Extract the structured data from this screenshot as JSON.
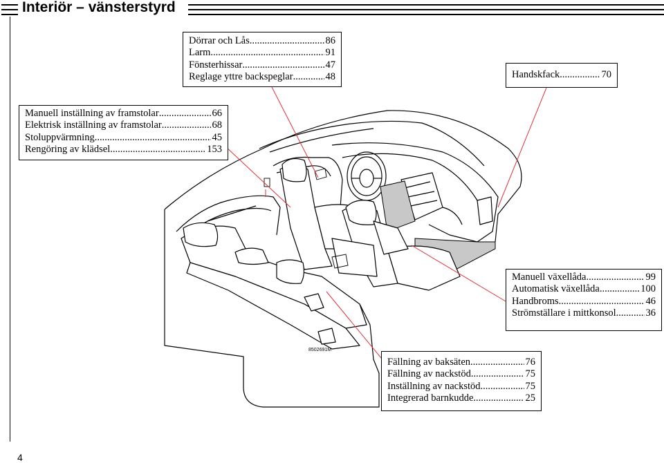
{
  "header": {
    "title": "Interiör – vänsterstyrd"
  },
  "boxes": {
    "top": [
      {
        "label": "Dörrar och Lås",
        "page": "86"
      },
      {
        "label": "Larm",
        "page": "91"
      },
      {
        "label": "Fönsterhissar",
        "page": "47"
      },
      {
        "label": "Reglage yttre backspeglar",
        "page": "48"
      }
    ],
    "glovebox": [
      {
        "label": "Handskfack",
        "page": "70"
      }
    ],
    "seats": [
      {
        "label": "Manuell inställning av framstolar",
        "page": "66"
      },
      {
        "label": "Elektrisk inställning av framstolar",
        "page": "68"
      },
      {
        "label": "Stoluppvärmning",
        "page": "45"
      },
      {
        "label": "Rengöring av klädsel",
        "page": "153"
      }
    ],
    "console": [
      {
        "label": "Manuell växellåda",
        "page": "99"
      },
      {
        "label": "Automatisk växellåda",
        "page": "100"
      },
      {
        "label": "Handbroms",
        "page": "46"
      },
      {
        "label": "Strömställare i mittkonsol",
        "page": "36"
      }
    ],
    "rear": [
      {
        "label": "Fällning av baksäten",
        "page": "76"
      },
      {
        "label": "Fällning av nackstöd",
        "page": "75"
      },
      {
        "label": "Inställning av nackstöd",
        "page": "75"
      },
      {
        "label": "Integrerad barnkudde",
        "page": "25"
      }
    ]
  },
  "illustration": {
    "code": "8502691M"
  },
  "footer": {
    "page_number": "4"
  }
}
